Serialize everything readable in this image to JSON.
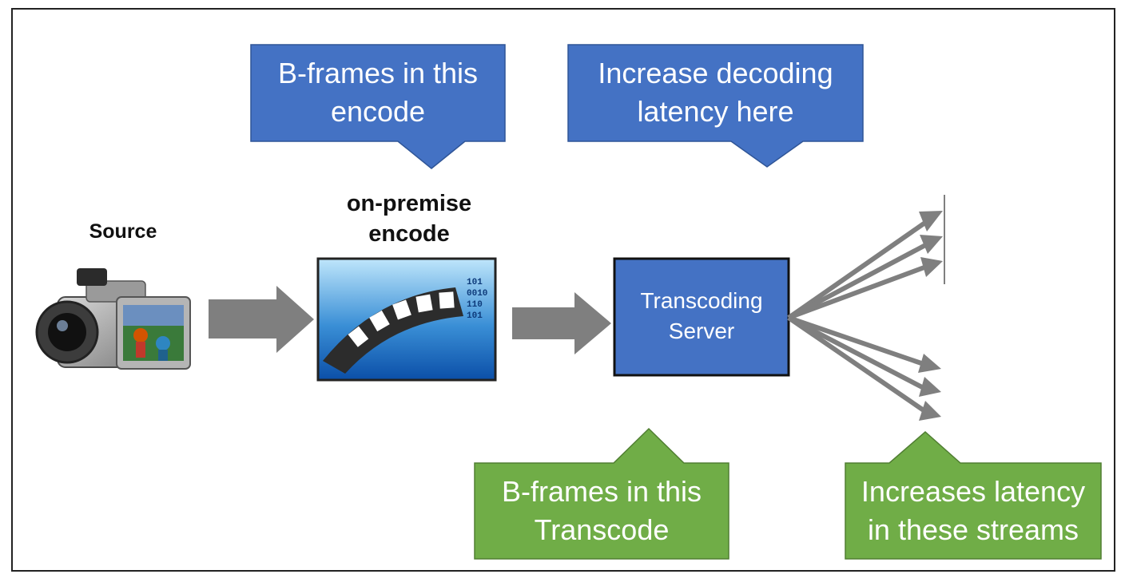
{
  "labels": {
    "source": "Source",
    "encode": "on-premise\nencode",
    "server": "Transcoding\nServer"
  },
  "callouts": {
    "bframes_encode": "B-frames in this\nencode",
    "decoding_latency": "Increase decoding\nlatency here",
    "bframes_transcode": "B-frames in this\nTranscode",
    "stream_latency": "Increases latency\nin these streams"
  },
  "icons": {
    "camera": "video-camera-icon",
    "film": "film-strip-icon"
  },
  "colors": {
    "blue_callout": "#4472C4",
    "green_callout": "#70AD47",
    "arrow_gray": "#7F7F7F",
    "server_blue": "#4472C4"
  }
}
